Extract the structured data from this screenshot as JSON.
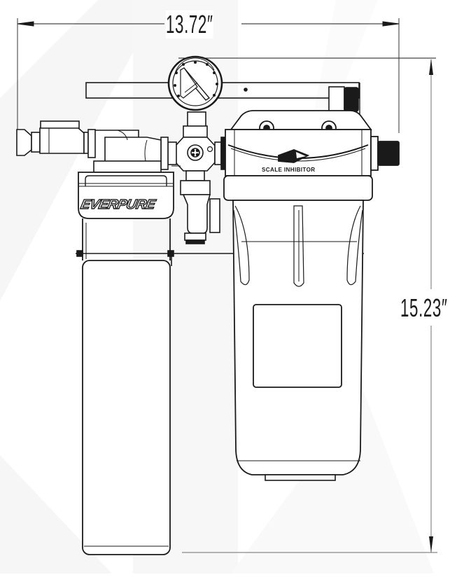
{
  "drawing": {
    "title": "Everpure filtration system with scale inhibitor - front elevation dimensions",
    "line_color": "#1a1a1a",
    "dimension_line_color": "#808080",
    "watermark_color": "#f5f5f5",
    "background": "#ffffff"
  },
  "dimensions": {
    "width": {
      "label": "13.72″",
      "value": 13.72,
      "unit": "in",
      "orientation": "horizontal"
    },
    "height": {
      "label": "15.23″",
      "value": 15.23,
      "unit": "in",
      "orientation": "vertical"
    }
  },
  "components": {
    "left_filter": {
      "brand": "EVERPURE"
    },
    "right_filter": {
      "head_label": "SCALE INHIBITOR"
    },
    "gauge": {
      "name": "pressure-gauge"
    },
    "inlet_valve": {
      "name": "shutoff-valve"
    },
    "outlet_fitting": {
      "name": "threaded-outlet"
    }
  }
}
